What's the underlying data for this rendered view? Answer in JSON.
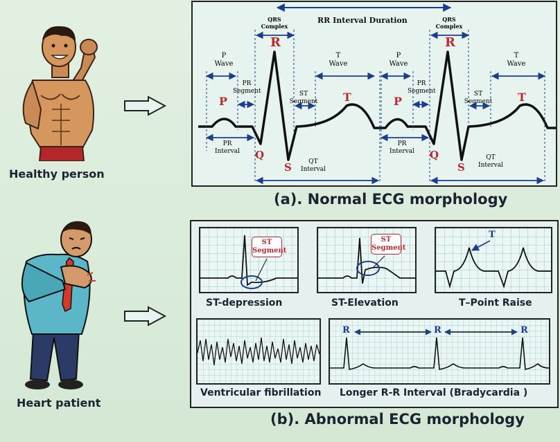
{
  "left": {
    "healthy_label": "Healthy person",
    "patient_label": "Heart patient"
  },
  "normal": {
    "caption": "(a). Normal ECG morphology",
    "rr_label": "RR Interval Duration",
    "beats": [
      {
        "qrs": "QRS\nComplex",
        "R": "R",
        "P": "P",
        "Q": "Q",
        "S": "S",
        "T": "T",
        "p_wave": "P\nWave",
        "pr_segment": "PR\nSegment",
        "st_segment": "ST\nSegment",
        "t_wave": "T\nWave",
        "pr_interval": "PR\nInterval",
        "qt_interval": "QT\nInterval"
      },
      {
        "qrs": "QRS\nComplex",
        "R": "R",
        "P": "P",
        "Q": "Q",
        "S": "S",
        "T": "T",
        "p_wave": "P\nWave",
        "pr_segment": "PR\nSegment",
        "st_segment": "ST\nSegment",
        "t_wave": "T\nWave",
        "pr_interval": "PR\nInterval",
        "qt_interval": "QT\nInterval"
      }
    ]
  },
  "abnormal": {
    "caption": "(b). Abnormal ECG morphology",
    "st_depression": {
      "caption": "ST-depression",
      "callout": "ST\nSegment"
    },
    "st_elevation": {
      "caption": "ST-Elevation",
      "callout": "ST\nSegment"
    },
    "t_raise": {
      "caption": "T–Point Raise",
      "marker": "T"
    },
    "vfib": {
      "caption": "Ventricular fibrillation"
    },
    "brady": {
      "caption": "Longer R-R Interval (Bradycardia )",
      "r1": "R",
      "r2": "R",
      "r3": "R"
    }
  },
  "colors": {
    "ecg": "#111111",
    "arrow": "#1a3d8f",
    "accent_red": "#c0282d",
    "grid": "#8fb8c0"
  }
}
